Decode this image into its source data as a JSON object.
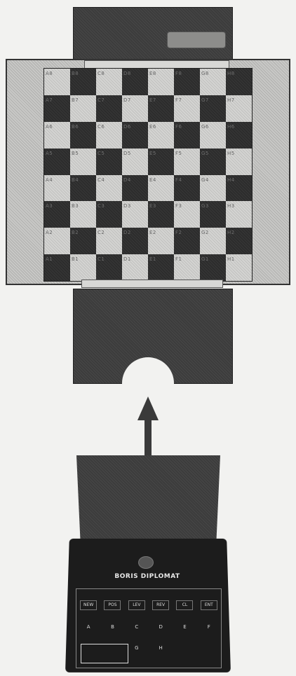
{
  "board": {
    "squares": [
      [
        "A8",
        "B8",
        "C8",
        "D8",
        "E8",
        "F8",
        "G8",
        "H8"
      ],
      [
        "A7",
        "B7",
        "C7",
        "D7",
        "E7",
        "F7",
        "G7",
        "H7"
      ],
      [
        "A6",
        "B6",
        "C6",
        "D6",
        "E6",
        "F6",
        "G6",
        "H6"
      ],
      [
        "A5",
        "B5",
        "C5",
        "D5",
        "E5",
        "F5",
        "G5",
        "H5"
      ],
      [
        "A4",
        "B4",
        "C4",
        "D4",
        "E4",
        "F4",
        "G4",
        "H4"
      ],
      [
        "A3",
        "B3",
        "C3",
        "D3",
        "E3",
        "F3",
        "G3",
        "H3"
      ],
      [
        "A2",
        "B2",
        "C2",
        "D2",
        "E2",
        "F2",
        "G2",
        "H2"
      ],
      [
        "A1",
        "B1",
        "C1",
        "D1",
        "E1",
        "F1",
        "G1",
        "H1"
      ]
    ]
  },
  "device": {
    "title": "BORIS DIPLOMAT",
    "keys_row1": [
      "NEW",
      "POS",
      "LEV",
      "REV",
      "CL",
      "ENT"
    ],
    "keys_row2": [
      "A",
      "B",
      "C",
      "D",
      "E",
      "F"
    ],
    "keys_row3": [
      "",
      "",
      "G",
      "H",
      "",
      ""
    ]
  },
  "colors": {
    "dark": "#2c2c2c",
    "light": "#d4d4d2",
    "frame": "#c8c8c6"
  }
}
